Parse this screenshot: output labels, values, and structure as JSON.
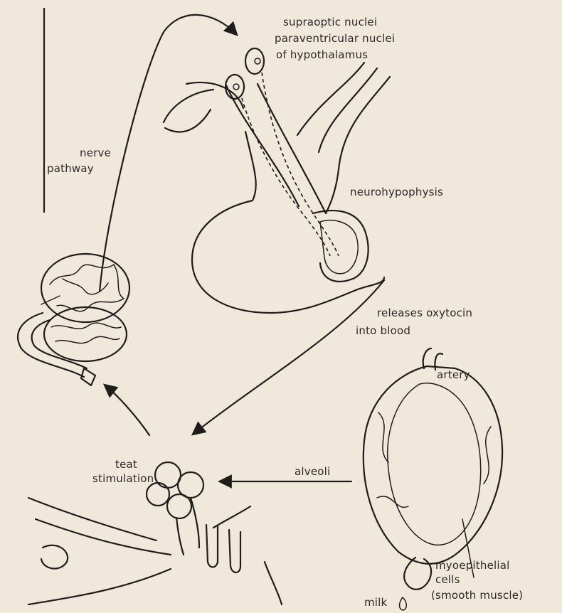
{
  "labels": {
    "supraoptic": "supraoptic nuclei",
    "paraventricular": "paraventricular nuclei",
    "hypothalamus": "of hypothalamus",
    "nerve": "nerve",
    "pathway": "pathway",
    "neurohypophysis": "neurohypophysis",
    "releases": "releases oxytocin",
    "into_blood": "into blood",
    "artery": "artery",
    "teat": "teat",
    "stimulation": "stimulation",
    "alveoli": "alveoli",
    "myoepithelial": "myoepithelial",
    "cells": "cells",
    "smooth_muscle": "(smooth muscle)",
    "milk": "milk"
  },
  "colors": {
    "paper": "#efe9dc",
    "ink": "#1f1d1a"
  }
}
